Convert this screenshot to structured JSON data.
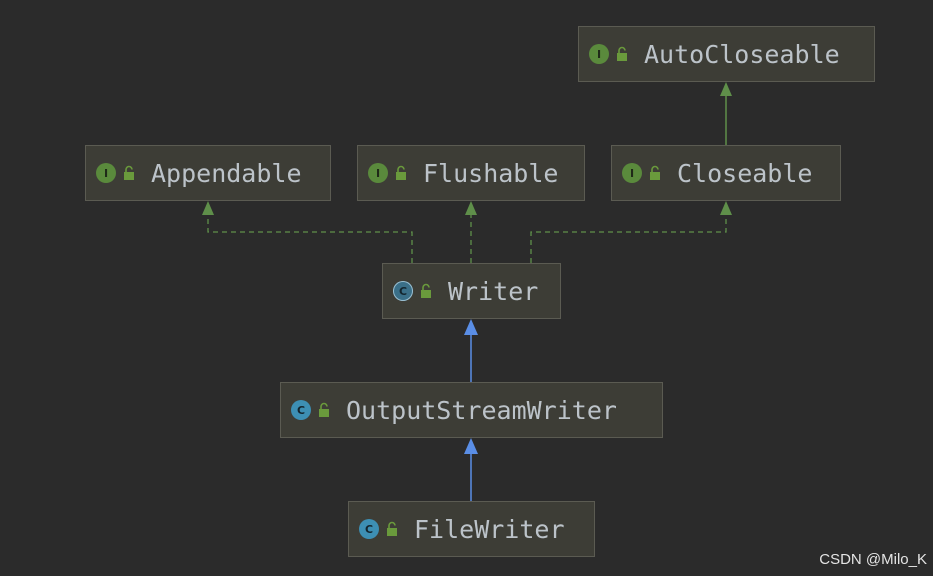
{
  "nodes": {
    "autocloseable": {
      "label": "AutoCloseable",
      "kind": "interface",
      "badge": "I"
    },
    "appendable": {
      "label": "Appendable",
      "kind": "interface",
      "badge": "I"
    },
    "flushable": {
      "label": "Flushable",
      "kind": "interface",
      "badge": "I"
    },
    "closeable": {
      "label": "Closeable",
      "kind": "interface",
      "badge": "I"
    },
    "writer": {
      "label": "Writer",
      "kind": "abstract-class",
      "badge": "C"
    },
    "outputstreamwriter": {
      "label": "OutputStreamWriter",
      "kind": "class",
      "badge": "C"
    },
    "filewriter": {
      "label": "FileWriter",
      "kind": "class",
      "badge": "C"
    }
  },
  "edges": [
    {
      "from": "closeable",
      "to": "autocloseable",
      "type": "extends-interface"
    },
    {
      "from": "writer",
      "to": "appendable",
      "type": "implements"
    },
    {
      "from": "writer",
      "to": "flushable",
      "type": "implements"
    },
    {
      "from": "writer",
      "to": "closeable",
      "type": "implements"
    },
    {
      "from": "outputstreamwriter",
      "to": "writer",
      "type": "extends"
    },
    {
      "from": "filewriter",
      "to": "outputstreamwriter",
      "type": "extends"
    }
  ],
  "colors": {
    "background": "#2b2b2b",
    "interface_edge": "#5f8f4a",
    "class_edge": "#5a8ee6",
    "node_fill": "#3d3d36",
    "node_text": "#bcc3c9"
  },
  "watermark": "CSDN @Milo_K"
}
